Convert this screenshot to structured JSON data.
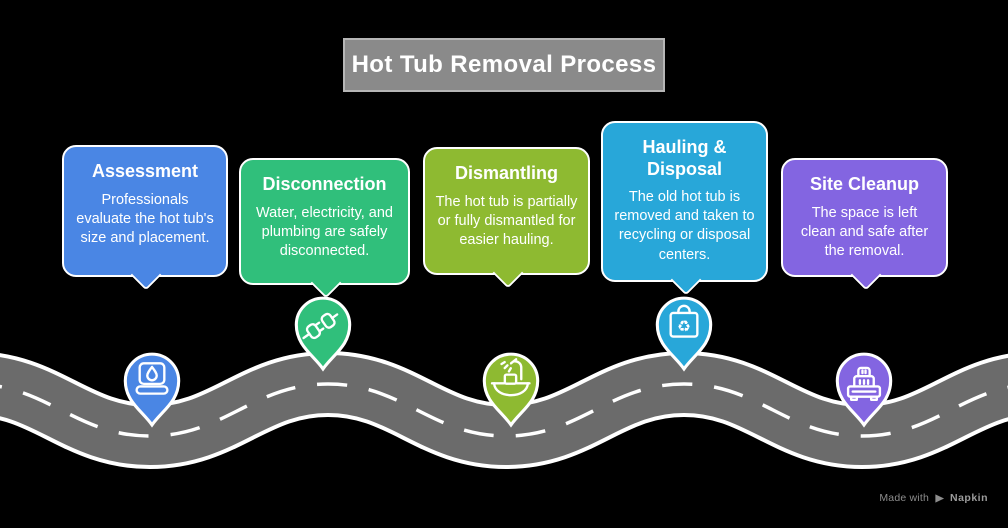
{
  "title": "Hot Tub Removal Process",
  "steps": [
    {
      "title": "Assessment",
      "description": "Professionals evaluate the hot tub's size and placement.",
      "color": "#4a86e4",
      "icon": "hot-tub-icon"
    },
    {
      "title": "Disconnection",
      "description": "Water, electricity, and plumbing are safely disconnected.",
      "color": "#30bf7b",
      "icon": "plug-disconnect-icon"
    },
    {
      "title": "Dismantling",
      "description": "The hot tub is partially or fully dismantled for easier hauling.",
      "color": "#8eba31",
      "icon": "bathtub-dismantle-icon"
    },
    {
      "title": "Hauling & Disposal",
      "description": "The old hot tub is removed and taken to recycling or disposal centers.",
      "color": "#28a7d9",
      "icon": "recycle-bag-icon"
    },
    {
      "title": "Site Cleanup",
      "description": "The space is left clean and safe after the removal.",
      "color": "#8365e1",
      "icon": "cleanup-truck-icon"
    }
  ],
  "icons": {
    "recycle_glyph": "♻"
  },
  "footer": {
    "made_with": "Made with",
    "brand": "Napkin"
  },
  "colors": {
    "background": "#000000",
    "road": "#6b6b6b",
    "road_edge": "#ffffff",
    "title_bg": "#8a8a8a",
    "title_border": "#b6b6b6",
    "text": "#ffffff",
    "footer_text": "#8d8d8d",
    "footer_brand": "#9c9c9c"
  }
}
